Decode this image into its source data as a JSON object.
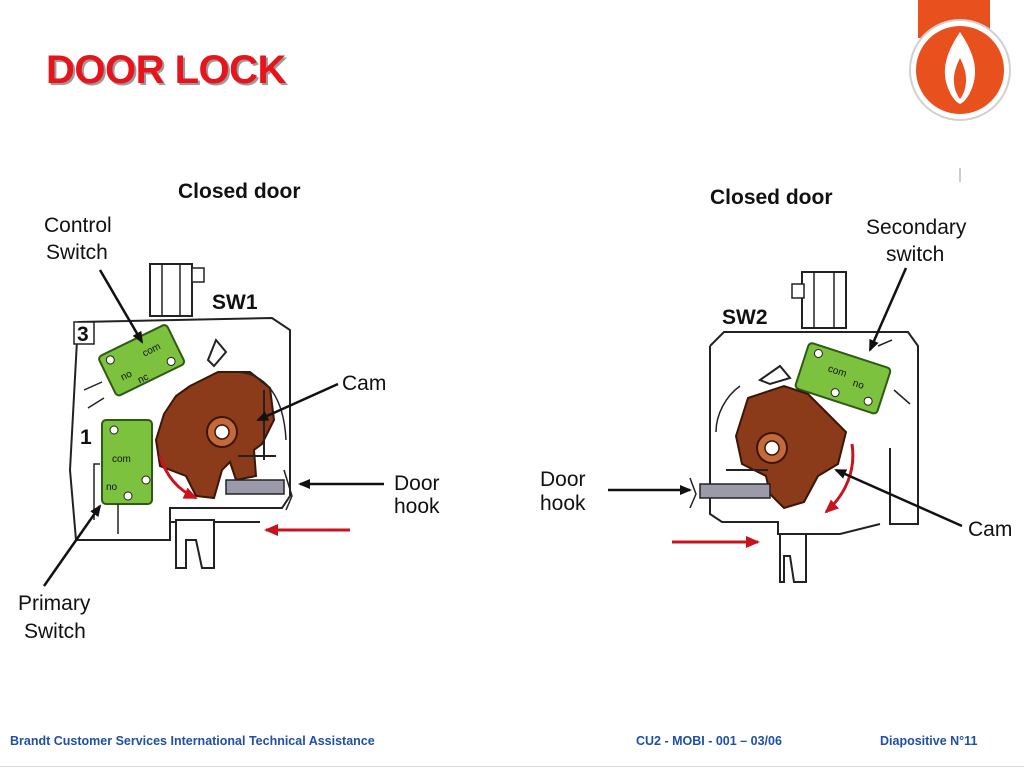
{
  "title": "DOOR LOCK",
  "left_diagram": {
    "heading": "Closed door",
    "switch_id": "SW1",
    "control_switch": [
      "Control",
      "Switch"
    ],
    "primary_switch": [
      "Primary",
      "Switch"
    ],
    "cam": "Cam",
    "door_hook": [
      "Door",
      "hook"
    ],
    "marker_top": "3",
    "marker_bottom": "1",
    "switch_top_labels": {
      "no": "no",
      "com": "com",
      "nc": "nc"
    },
    "switch_bottom_labels": {
      "com": "com",
      "no": "no"
    }
  },
  "right_diagram": {
    "heading": "Closed door",
    "switch_id": "SW2",
    "secondary_switch": [
      "Secondary",
      "switch"
    ],
    "cam": "Cam",
    "door_hook": [
      "Door",
      "hook"
    ],
    "switch_labels": {
      "com": "com",
      "no": "no"
    }
  },
  "footer": {
    "left": "Brandt Customer Services International Technical Assistance",
    "middle": "CU2 - MOBI - 001 – 03/06",
    "right": "Diapositive  N°11"
  },
  "colors": {
    "title": "#e8141c",
    "cam": "#8b3a1a",
    "switch": "#7cc23e",
    "arrow_red": "#c8141c",
    "logo": "#e8501e",
    "footer_text": "#1f4fa8"
  },
  "icons": [
    "flame-logo-icon"
  ]
}
